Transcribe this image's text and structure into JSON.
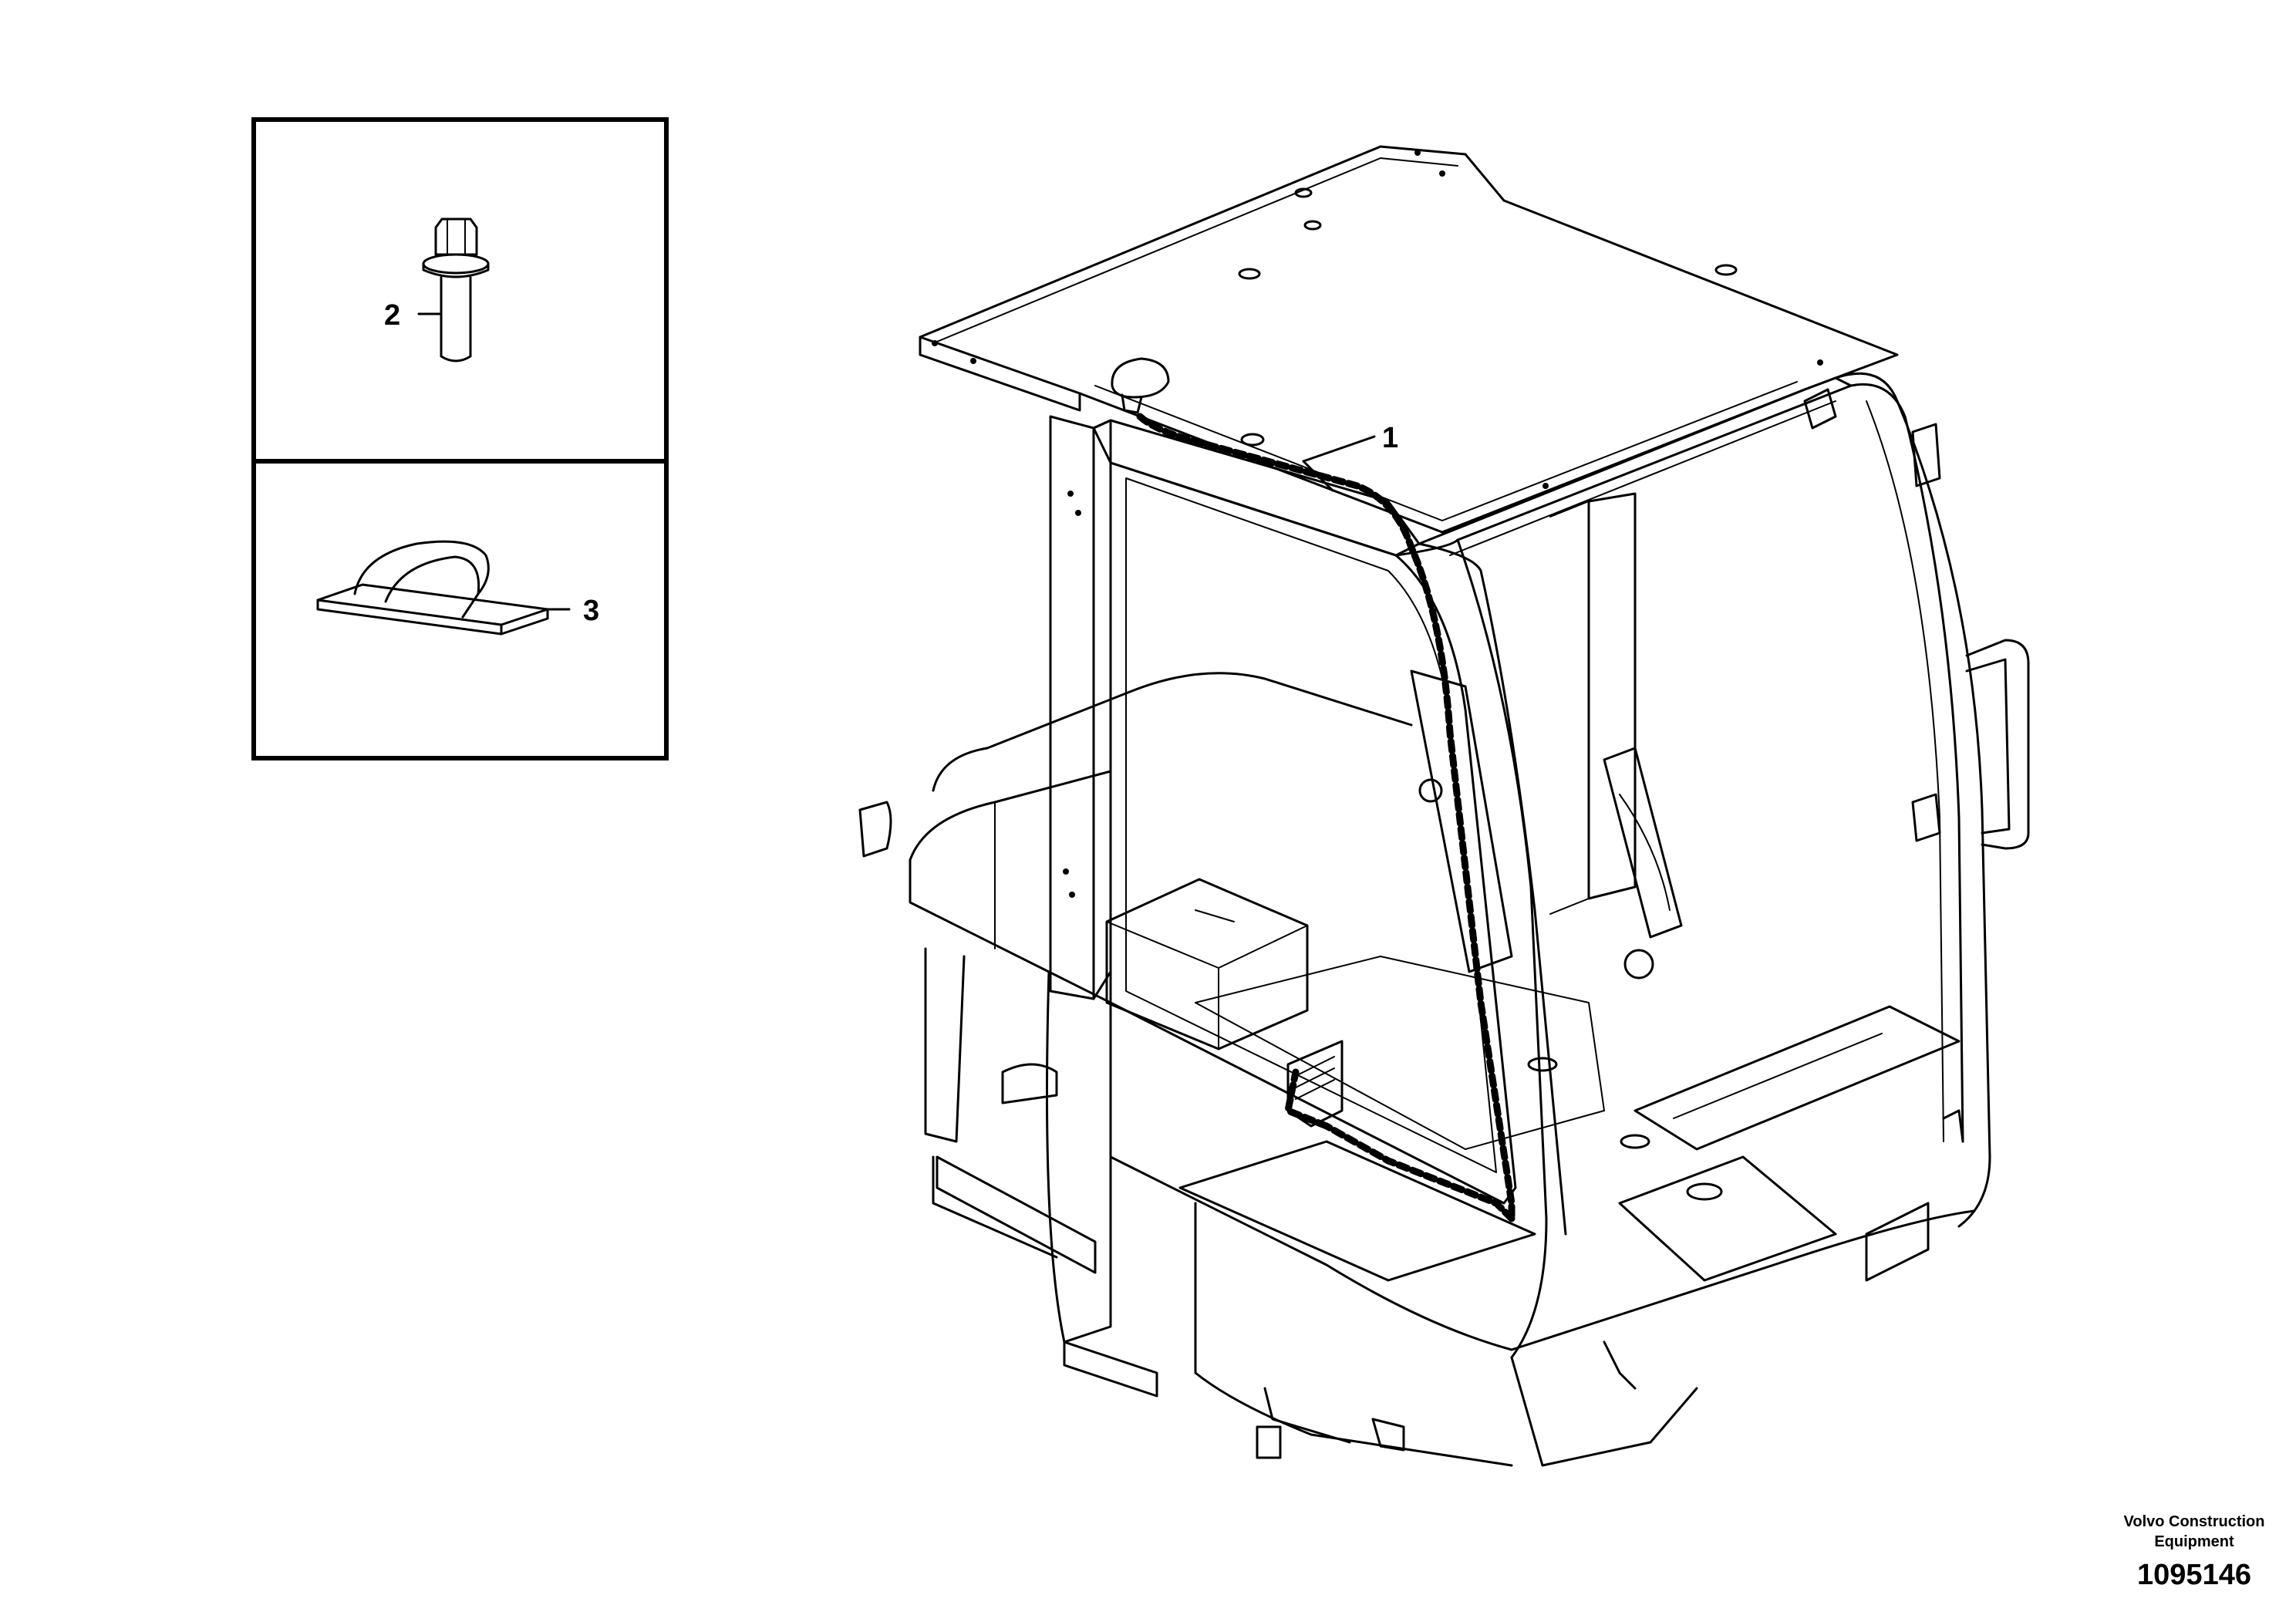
{
  "callouts": {
    "item1": "1",
    "item2": "2",
    "item3": "3"
  },
  "credit": {
    "company": "Volvo Construction\nEquipment",
    "part_number": "1095146"
  },
  "components": {
    "item1": "cable-harness",
    "item2": "flange-bolt",
    "item3": "cable-clip"
  }
}
